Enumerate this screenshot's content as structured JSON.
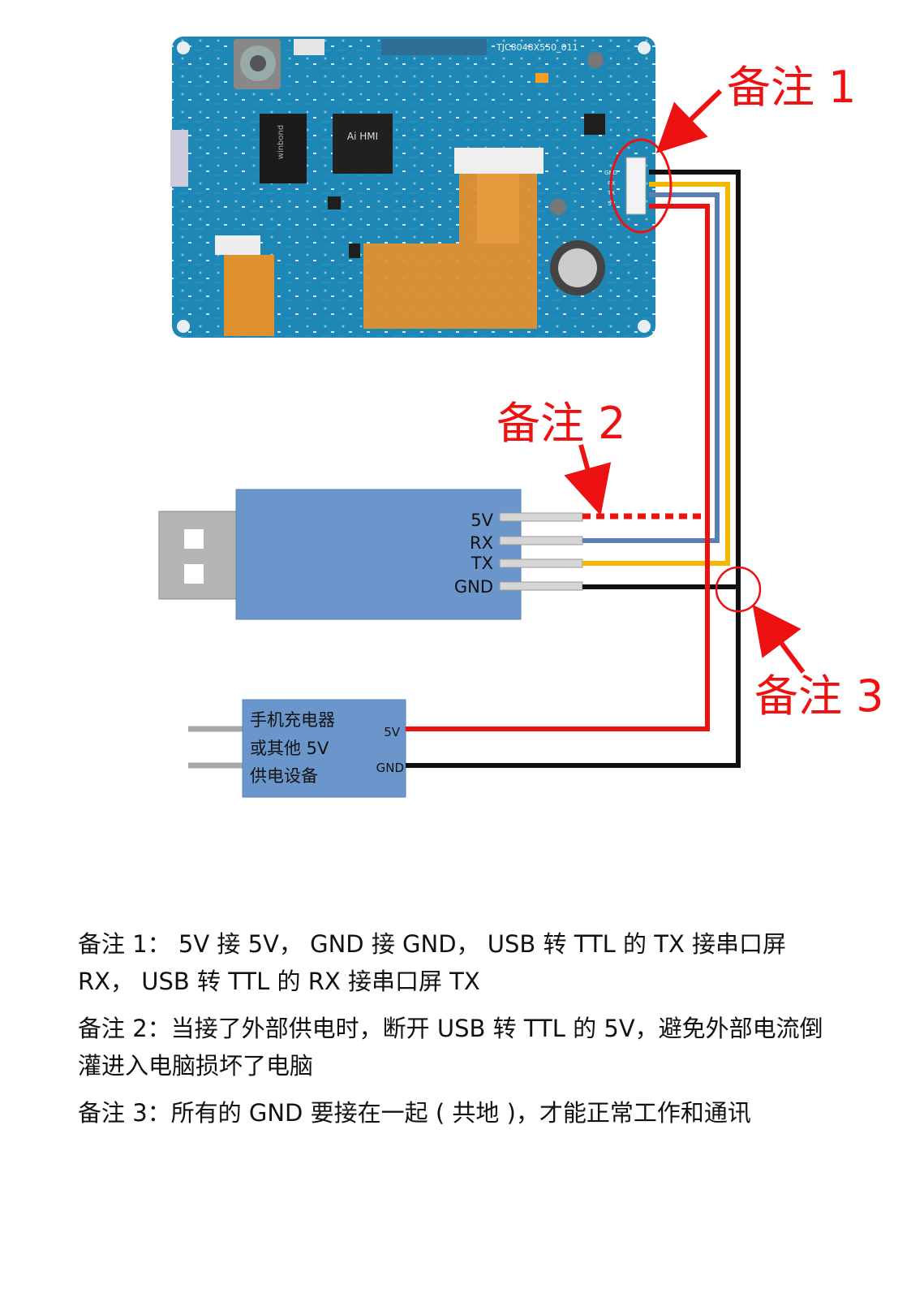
{
  "board": {
    "model": "TJC8048X550_011",
    "chip": "Ai HMI",
    "connector_pins": [
      "GND",
      "RX",
      "TX",
      "5V"
    ]
  },
  "callouts": {
    "note1": "备注 1",
    "note2": "备注 2",
    "note3": "备注 3"
  },
  "usb_module": {
    "pins": [
      "5V",
      "RX",
      "TX",
      "GND"
    ]
  },
  "charger": {
    "lines": [
      "手机充电器",
      "或其他 5V",
      "供电设备"
    ],
    "pin_5v": "5V",
    "pin_gnd": "GND"
  },
  "notes": [
    "备注 1： 5V 接 5V， GND 接 GND， USB 转 TTL 的 TX 接串口屏 RX， USB 转 TTL 的 RX 接串口屏 TX",
    "备注 2：当接了外部供电时，断开 USB 转 TTL 的 5V，避免外部电流倒灌进入电脑损坏了电脑",
    "备注 3：所有的 GND 要接在一起 ( 共地 )，才能正常工作和通讯"
  ],
  "colors": {
    "red": "#ee1111",
    "blue": "#5b7fb3",
    "yellow": "#f5b800",
    "black": "#111111",
    "pcb": "#1f87b5",
    "module": "#6b96cb"
  }
}
